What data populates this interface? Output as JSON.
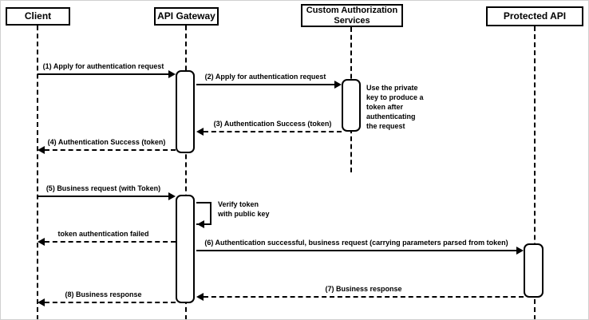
{
  "diagram": {
    "type": "sequence-diagram",
    "participants": [
      {
        "label": "Client"
      },
      {
        "label": "API Gateway"
      },
      {
        "label": "Custom Authorization Services"
      },
      {
        "label": "Protected API"
      }
    ],
    "messages": [
      {
        "label": "(1) Apply for authentication request",
        "from": "Client",
        "to": "API Gateway",
        "line": "solid"
      },
      {
        "label": "(2) Apply for authentication request",
        "from": "API Gateway",
        "to": "Custom Authorization Services",
        "line": "solid"
      },
      {
        "label": "(3) Authentication Success (token)",
        "from": "Custom Authorization Services",
        "to": "API Gateway",
        "line": "dashed"
      },
      {
        "label": "(4) Authentication Success (token)",
        "from": "API Gateway",
        "to": "Client",
        "line": "dashed"
      },
      {
        "label": "(5) Business request (with Token)",
        "from": "Client",
        "to": "API Gateway",
        "line": "solid"
      },
      {
        "label": "token authentication failed",
        "from": "API Gateway",
        "to": "Client",
        "line": "dashed"
      },
      {
        "label": "(6) Authentication successful, business request (carrying parameters parsed from token)",
        "from": "API Gateway",
        "to": "Protected API",
        "line": "solid"
      },
      {
        "label": "(7) Business response",
        "from": "Protected API",
        "to": "API Gateway",
        "line": "dashed"
      },
      {
        "label": "(8) Business response",
        "from": "API Gateway",
        "to": "Client",
        "line": "dashed"
      }
    ],
    "self_message": {
      "on": "API Gateway",
      "label": "Verify token with public key",
      "lines": [
        "Verify token",
        "with public key"
      ]
    },
    "note": {
      "on": "Custom Authorization Services",
      "label": "Use the private key to produce a token after authenticating the request",
      "lines": [
        "Use the private",
        "key to produce a",
        "token after",
        "authenticating",
        "the request"
      ]
    },
    "colors": {
      "line": "#000000",
      "background": "#ffffff",
      "box_fill": "#ffffff"
    }
  }
}
